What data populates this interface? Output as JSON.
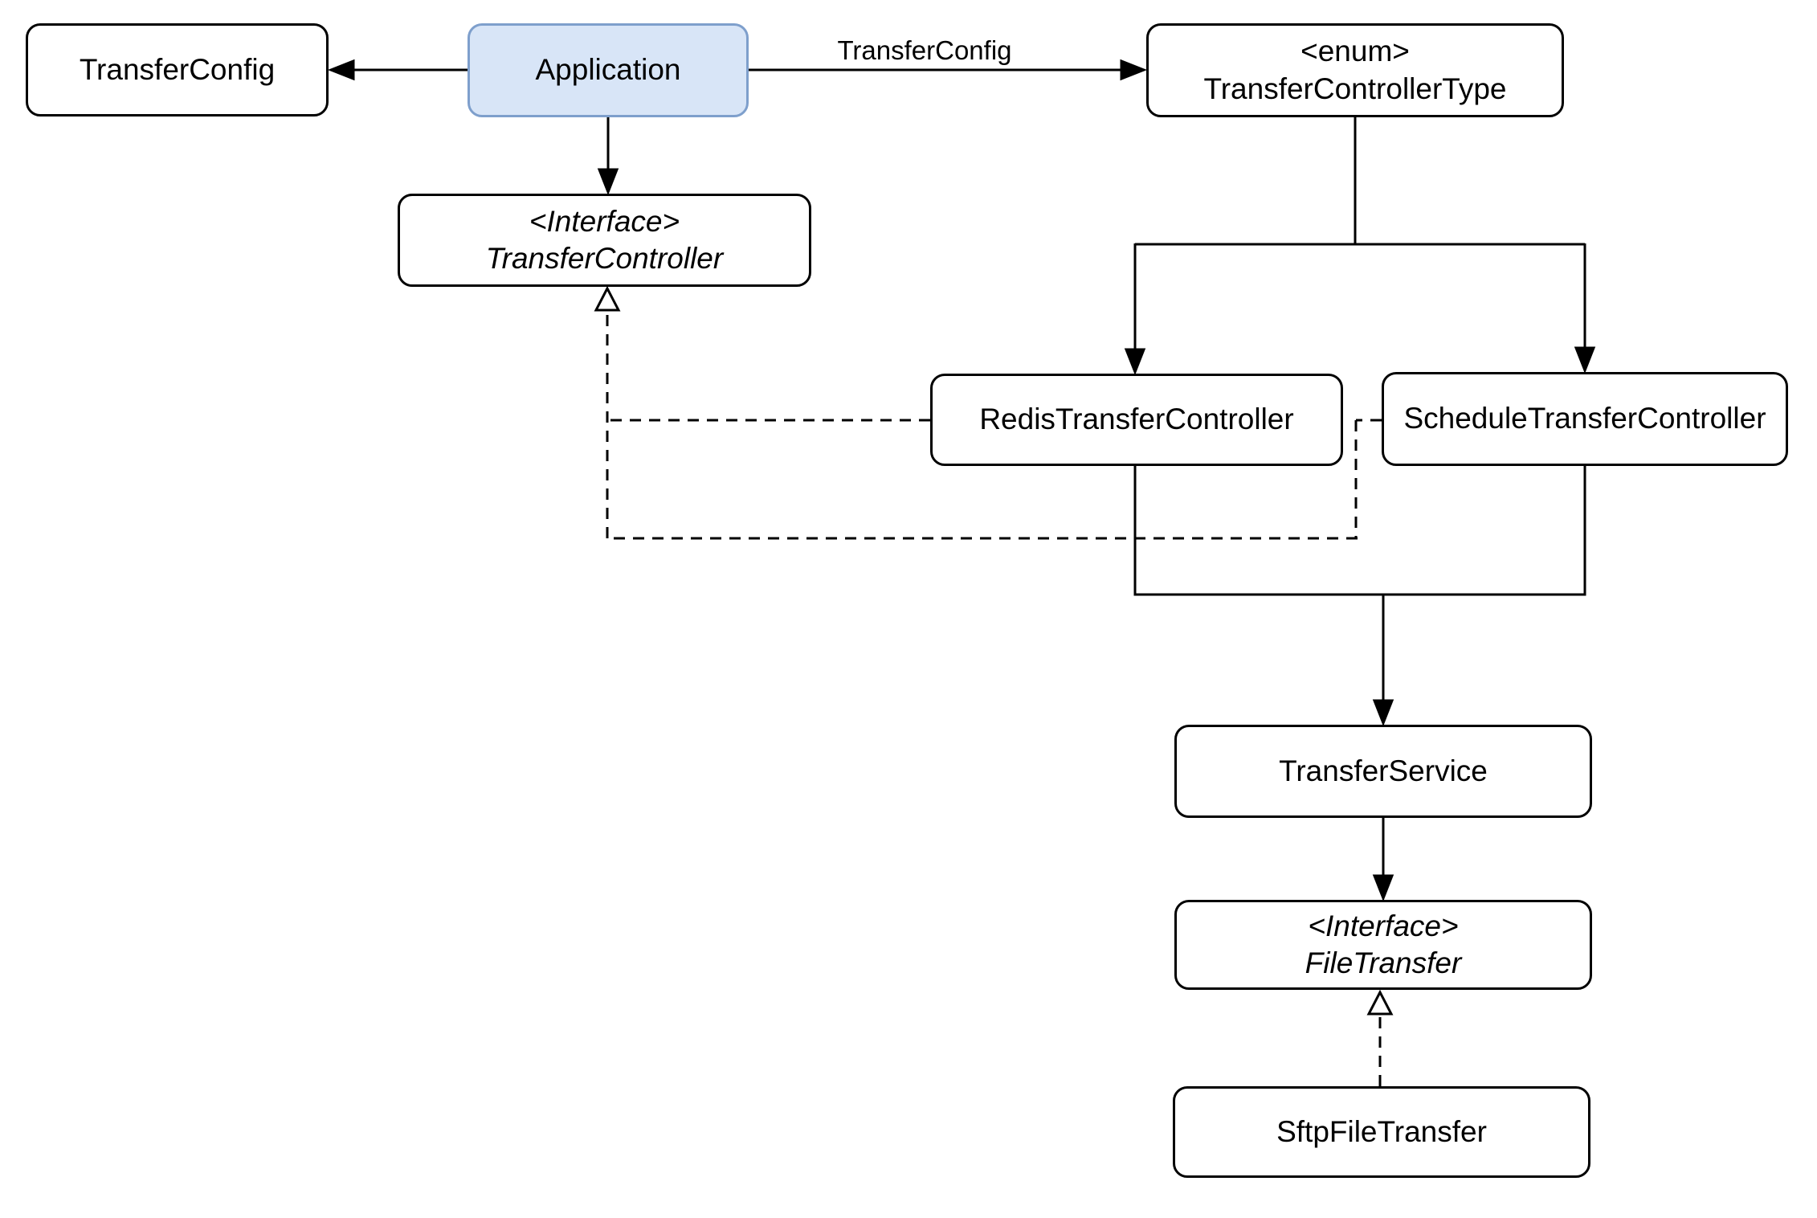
{
  "diagram": {
    "type": "uml-class-diagram",
    "background": "#ffffff",
    "colors": {
      "node_fill": "#ffffff",
      "node_border": "#000000",
      "accent_node_fill": "#d8e5f7",
      "accent_node_border": "#7e9fcc",
      "line": "#000000",
      "text": "#000000"
    },
    "nodes": [
      {
        "id": "transfer-config",
        "lines": [
          "TransferConfig"
        ],
        "style": "plain"
      },
      {
        "id": "application",
        "lines": [
          "Application"
        ],
        "style": "accent"
      },
      {
        "id": "transfer-controller-type",
        "lines": [
          "<enum>",
          "TransferControllerType"
        ],
        "style": "plain"
      },
      {
        "id": "transfer-controller",
        "lines": [
          "<Interface>",
          "TransferController"
        ],
        "style": "interface"
      },
      {
        "id": "redis-transfer-controller",
        "lines": [
          "RedisTransferController"
        ],
        "style": "plain"
      },
      {
        "id": "schedule-transfer-controller",
        "lines": [
          "ScheduleTransferController"
        ],
        "style": "plain"
      },
      {
        "id": "transfer-service",
        "lines": [
          "TransferService"
        ],
        "style": "plain"
      },
      {
        "id": "file-transfer",
        "lines": [
          "<Interface>",
          "FileTransfer"
        ],
        "style": "interface"
      },
      {
        "id": "sftp-file-transfer",
        "lines": [
          "SftpFileTransfer"
        ],
        "style": "plain"
      }
    ],
    "edges": [
      {
        "from": "application",
        "to": "transfer-config",
        "style": "solid-arrow",
        "label": ""
      },
      {
        "from": "application",
        "to": "transfer-controller-type",
        "style": "solid-arrow",
        "label": "TransferConfig"
      },
      {
        "from": "application",
        "to": "transfer-controller",
        "style": "solid-arrow",
        "label": ""
      },
      {
        "from": "transfer-controller-type",
        "to": "redis-transfer-controller",
        "style": "solid-arrow",
        "label": ""
      },
      {
        "from": "transfer-controller-type",
        "to": "schedule-transfer-controller",
        "style": "solid-arrow",
        "label": ""
      },
      {
        "from": "redis-transfer-controller",
        "to": "transfer-controller",
        "style": "dashed-realization",
        "label": ""
      },
      {
        "from": "schedule-transfer-controller",
        "to": "transfer-controller",
        "style": "dashed-realization",
        "label": ""
      },
      {
        "from": "redis-transfer-controller",
        "to": "transfer-service",
        "style": "solid-arrow",
        "label": ""
      },
      {
        "from": "schedule-transfer-controller",
        "to": "transfer-service",
        "style": "solid-arrow",
        "label": ""
      },
      {
        "from": "transfer-service",
        "to": "file-transfer",
        "style": "solid-arrow",
        "label": ""
      },
      {
        "from": "sftp-file-transfer",
        "to": "file-transfer",
        "style": "dashed-realization",
        "label": ""
      }
    ]
  }
}
